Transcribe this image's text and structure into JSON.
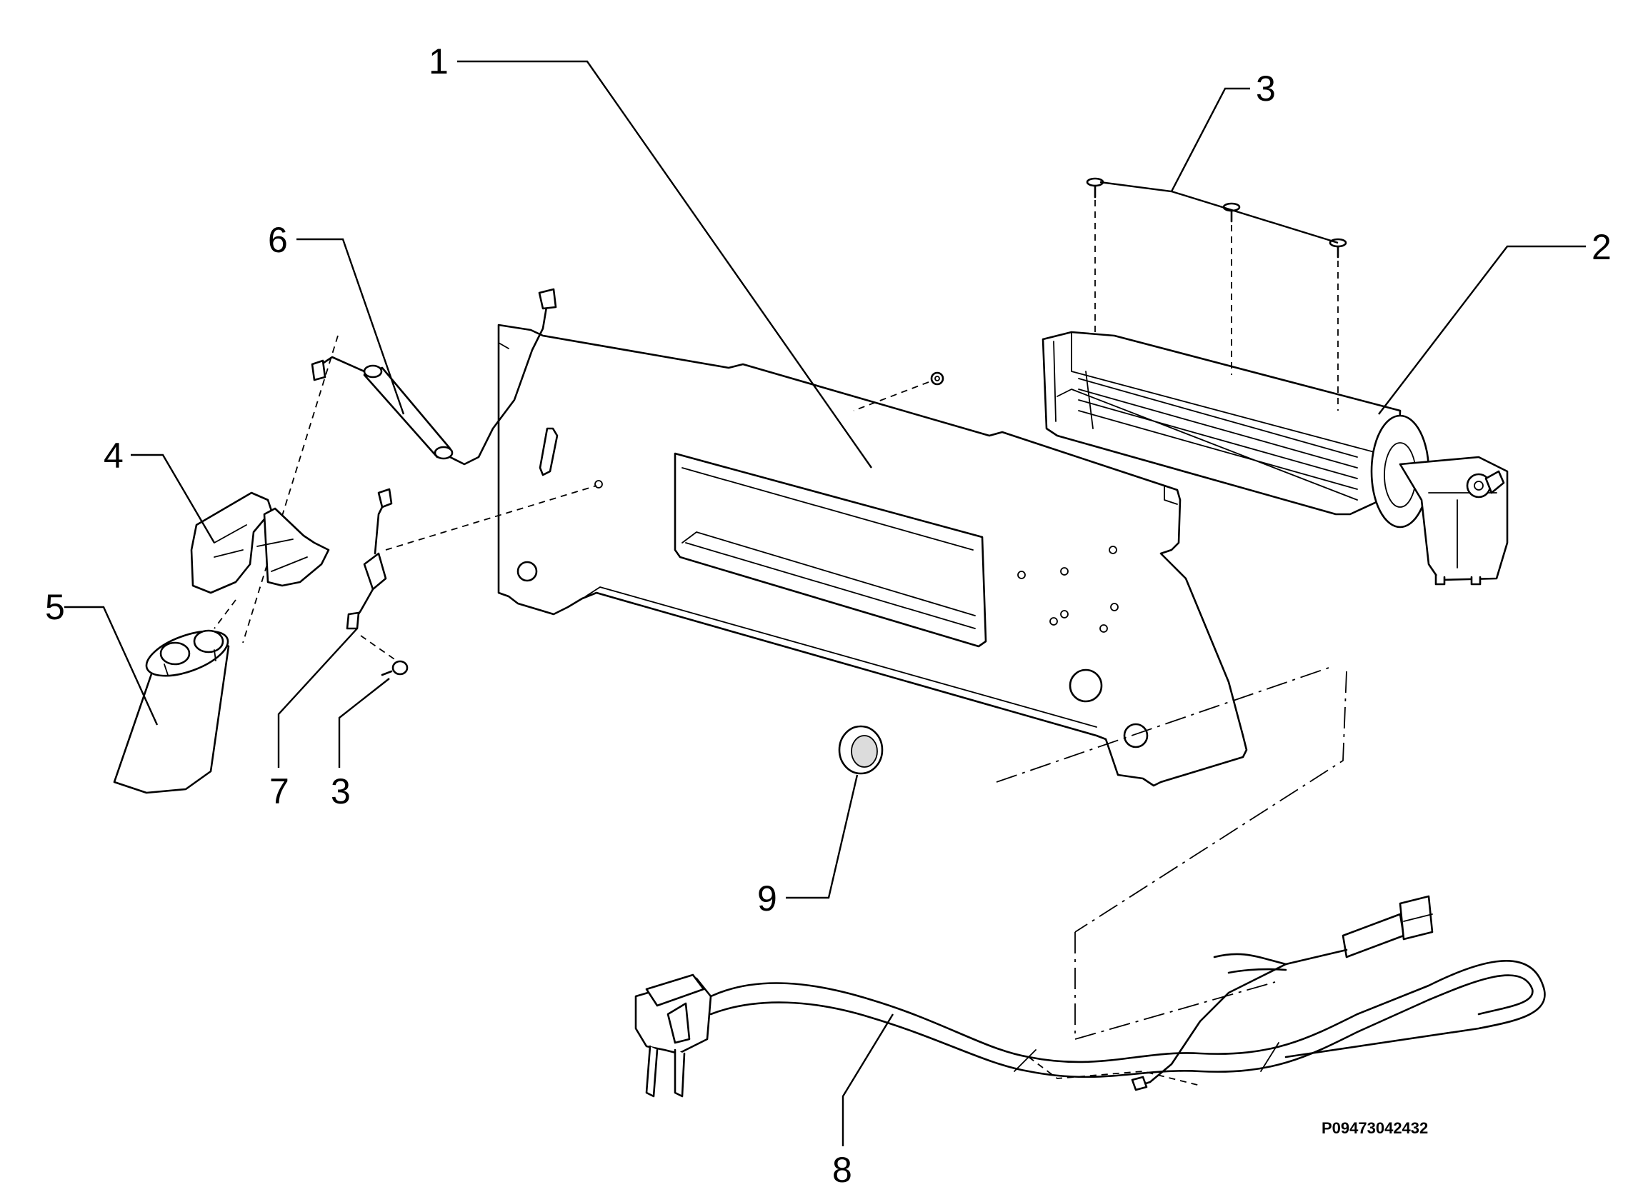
{
  "diagram": {
    "callouts": [
      {
        "id": "1",
        "label": "1"
      },
      {
        "id": "2",
        "label": "2"
      },
      {
        "id": "3a",
        "label": "3"
      },
      {
        "id": "3b",
        "label": "3"
      },
      {
        "id": "4",
        "label": "4"
      },
      {
        "id": "5",
        "label": "5"
      },
      {
        "id": "6",
        "label": "6"
      },
      {
        "id": "7",
        "label": "7"
      },
      {
        "id": "8",
        "label": "8"
      },
      {
        "id": "9",
        "label": "9"
      }
    ],
    "drawing_code": "P09473042432",
    "colors": {
      "ink": "#000000",
      "background": "#ffffff",
      "shade": "#dcdcdc"
    }
  }
}
